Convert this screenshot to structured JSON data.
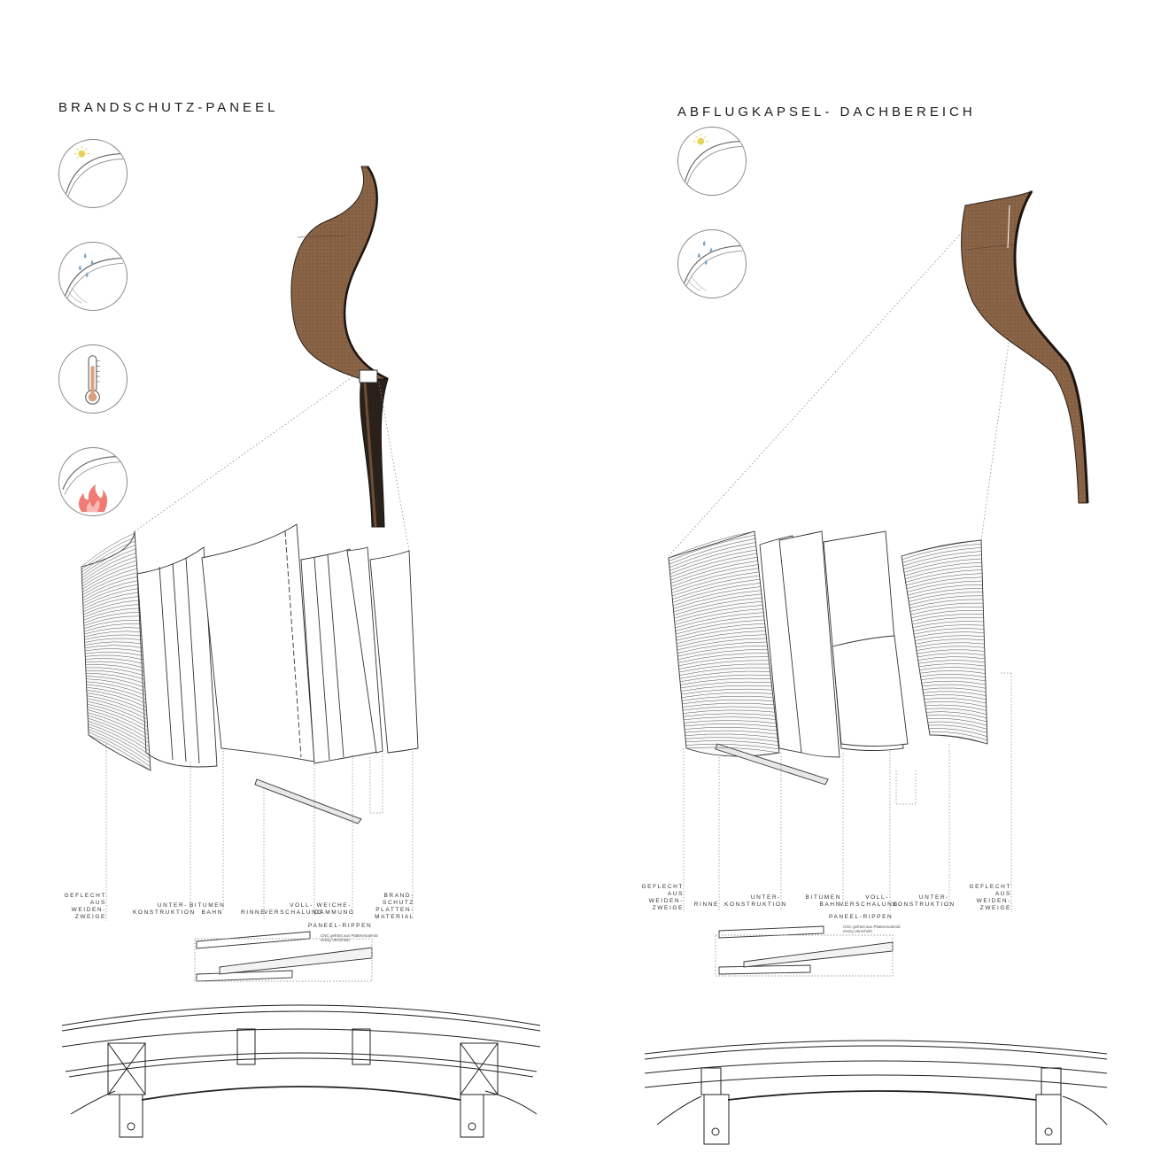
{
  "left": {
    "title": "BRANDSCHUTZ-PANEEL",
    "labels": [
      "GEFLECHT\nAUS\nWEIDEN-\nZWEIGE",
      "UNTER-\nKONSTRUKTION",
      "BITUMEN\nBAHN",
      "RINNE",
      "VOLL-\nVERSCHALUNG",
      "WEICHE-\nDÄMMUNG",
      "BRAND-\nSCHUTZ\nPLATTEN-\nMATERIAL"
    ],
    "rib_label": "PANEEL-RIPPEN",
    "rib_note": "CNC gefräst aus Plattenmaterial\neinzig Verschnitt",
    "icons": [
      "sun-icon",
      "rain-icon",
      "thermometer-icon",
      "fire-icon"
    ]
  },
  "right": {
    "title": "ABFLUGKAPSEL- DACHBEREICH",
    "labels": [
      "GEFLECHT\nAUS\nWEIDEN-\nZWEIGE",
      "RINNE",
      "UNTER-\nKONSTRUKTION",
      "BITUMEN\nBAHN",
      "VOLL-\nVERSCHALUNG",
      "UNTER-\nKONSTRUKTION",
      "GEFLECHT\nAUS\nWEIDEN-\nZWEIGE"
    ],
    "rib_label": "PANEEL-RIPPEN",
    "rib_note": "CNC gefräst aus Plattenmaterial\neinzig Verschnitt",
    "icons": [
      "sun-icon",
      "rain-icon"
    ]
  },
  "colors": {
    "wood": "#8a6446",
    "wood_dark": "#3a2a20",
    "fire": "#ef7b74",
    "line": "#333333",
    "sun": "#e6d35a",
    "rain": "#7aa6c9"
  }
}
